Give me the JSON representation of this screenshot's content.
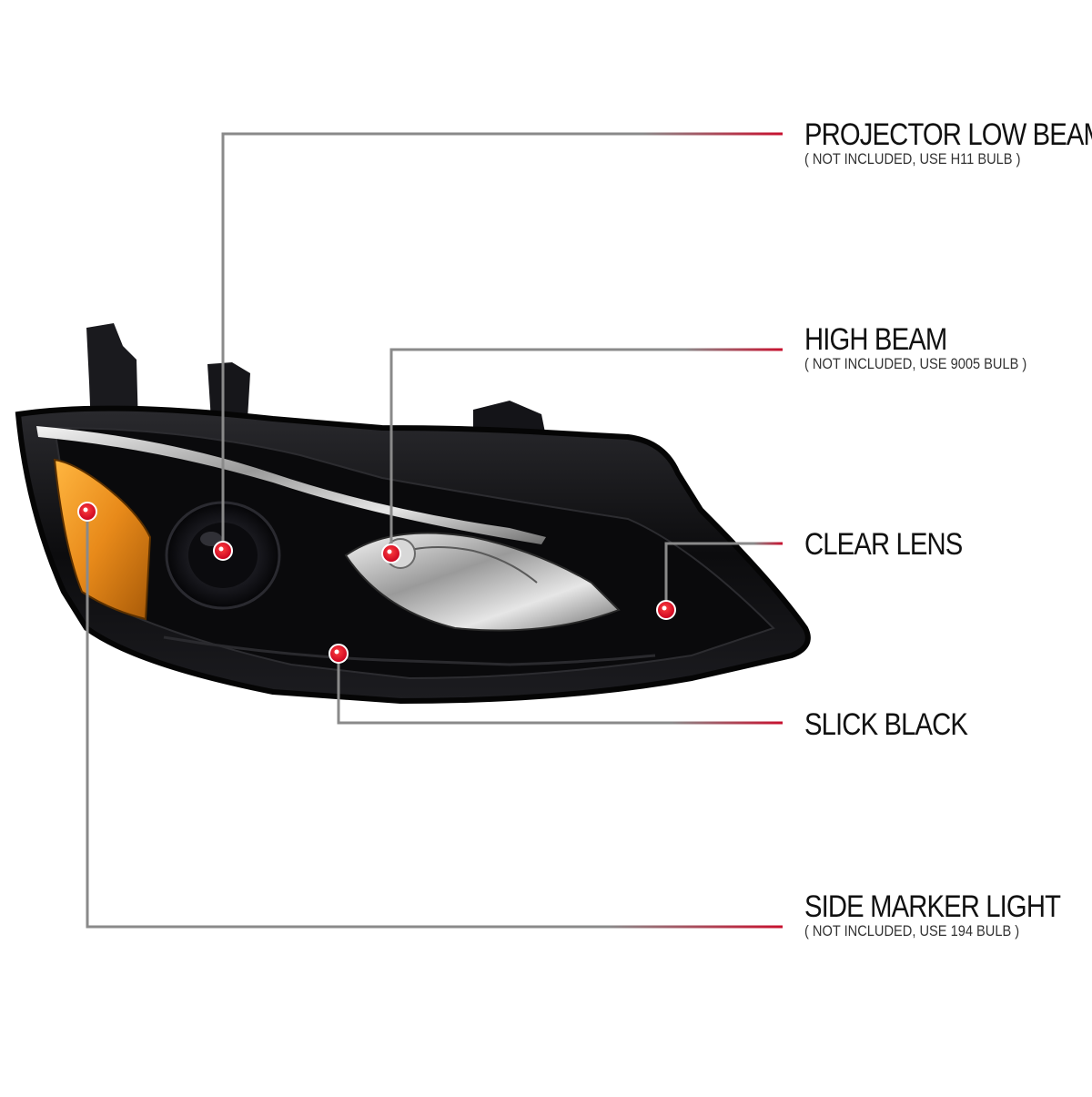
{
  "product": {
    "image_alt": "black housing headlight with amber side marker"
  },
  "colors": {
    "accent": "#c8102e",
    "line": "#8a8a8a",
    "housing": "#0e0e10",
    "amber": "#e88a1a"
  },
  "callouts": [
    {
      "id": "projector",
      "title": "PROJECTOR LOW BEAM",
      "note": "( NOT INCLUDED, USE  H11  BULB )"
    },
    {
      "id": "highbeam",
      "title": "HIGH BEAM",
      "note": "( NOT INCLUDED, USE  9005  BULB )"
    },
    {
      "id": "clearlens",
      "title": "CLEAR LENS",
      "note": ""
    },
    {
      "id": "slickblack",
      "title": "SLICK BLACK",
      "note": ""
    },
    {
      "id": "sidemarker",
      "title": "SIDE MARKER LIGHT",
      "note": "( NOT INCLUDED, USE  194  BULB )"
    }
  ]
}
